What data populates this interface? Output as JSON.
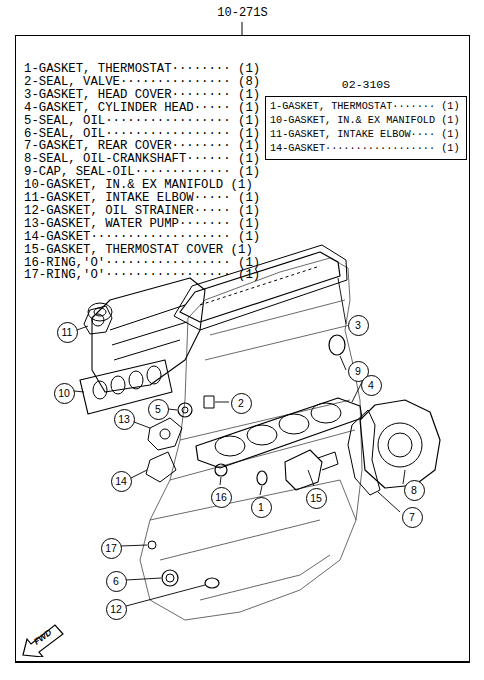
{
  "diagram": {
    "nodes": [
      {
        "text": [
          "10-271S"
        ]
      },
      {
        "text": [
          "02-310S",
          "1-GASKET, THERMOSTAT······· (1)",
          "10-GASKET, IN.& EX MANIFOLD (1)",
          "11-GASKET, INTAKE ELBOW···· (1)",
          "14-GASKET·················· (1)"
        ],
        "in": 0
      },
      {
        "text": [
          "11"
        ],
        "in": 0
      },
      {
        "text": [
          "3"
        ],
        "in": 0
      },
      {
        "text": [
          "9"
        ],
        "in": 0
      },
      {
        "text": [
          "10"
        ],
        "in": 0
      },
      {
        "text": [
          "5"
        ],
        "in": 0
      },
      {
        "text": [
          "2"
        ],
        "in": 0
      },
      {
        "text": [
          "4"
        ],
        "in": 0
      },
      {
        "text": [
          "13"
        ],
        "in": 0
      },
      {
        "text": [
          "14"
        ],
        "in": 0
      },
      {
        "text": [
          "16"
        ],
        "in": 0
      },
      {
        "text": [
          "1"
        ],
        "in": 0
      },
      {
        "text": [
          "15"
        ],
        "in": 0
      },
      {
        "text": [
          "8"
        ],
        "in": 0
      },
      {
        "text": [
          "7"
        ],
        "in": 0
      },
      {
        "text": [
          "17"
        ],
        "in": 0
      },
      {
        "text": [
          "6"
        ],
        "in": 0
      },
      {
        "text": [
          "12"
        ],
        "in": 0
      },
      {
        "text": [
          "FWD"
        ],
        "in": 0
      }
    ],
    "edges": [],
    "labels": [
      "1-GASKET, THERMOSTAT········ (1)",
      "2-SEAL, VALVE··············· (8)",
      "3-GASKET, HEAD COVER········ (1)",
      "4-GASKET, CYLINDER HEAD····· (1)",
      "5-SEAL, OIL················· (1)",
      "6-SEAL, OIL················· (1)",
      "7-GASKET, REAR COVER········ (1)",
      "8-SEAL, OIL-CRANKSHAFT······ (1)",
      "9-CAP, SEAL-OIL············· (1)",
      "10-GASKET, IN.& EX MANIFOLD (1)",
      "11-GASKET, INTAKE ELBOW····· (1)",
      "12-GASKET, OIL STRAINER····· (1)",
      "13-GASKET, WATER PUMP······· (1)",
      "14-GASKET··················· (1)",
      "15-GASKET, THERMOSTAT COVER (1)",
      "16-RING,'O'················· (1)",
      "17-RING,'O'················· (1)"
    ]
  }
}
